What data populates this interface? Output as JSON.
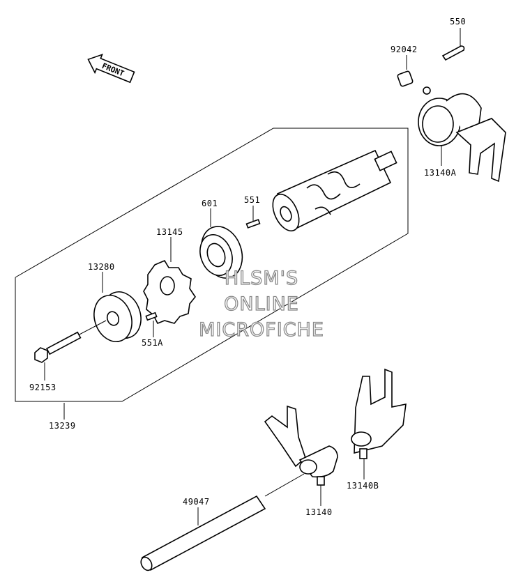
{
  "front_label": "FRONT",
  "watermark": {
    "line1": "HLSM'S",
    "line2": "ONLINE",
    "line3": "MICROFICHE"
  },
  "parts": {
    "p550": "550",
    "p92042": "92042",
    "p13140A": "13140A",
    "p601": "601",
    "p551": "551",
    "p13145": "13145",
    "p13280": "13280",
    "p551A": "551A",
    "p92153": "92153",
    "p13239": "13239",
    "p13140B": "13140B",
    "p13140": "13140",
    "p49047": "49047"
  },
  "colors": {
    "line": "#000000",
    "watermark_outline": "#8a8a8a",
    "background": "#ffffff"
  }
}
